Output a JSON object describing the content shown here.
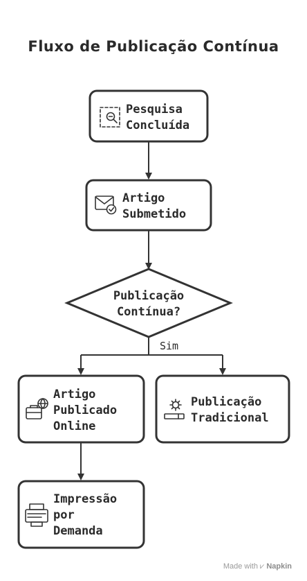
{
  "title": "Fluxo de Publicação Contínua",
  "nodes": {
    "pesquisa": {
      "line1": "Pesquisa",
      "line2": "Concluída",
      "icon": "search-document-icon"
    },
    "artigo_submetido": {
      "line1": "Artigo",
      "line2": "Submetido",
      "icon": "mail-check-icon"
    },
    "decisao": {
      "line1": "Publicação",
      "line2": "Contínua?"
    },
    "online": {
      "line1": "Artigo",
      "line2": "Publicado",
      "line3": "Online",
      "icon": "briefcase-globe-icon"
    },
    "tradicional": {
      "line1": "Publicação",
      "line2": "Tradicional",
      "icon": "gear-pen-icon"
    },
    "impressao": {
      "line1": "Impressão",
      "line2": "por",
      "line3": "Demanda",
      "icon": "printer-icon"
    }
  },
  "edges": {
    "sim_label": "Sim"
  },
  "footer": {
    "made_with": "Made with",
    "brand": "Napkin"
  }
}
